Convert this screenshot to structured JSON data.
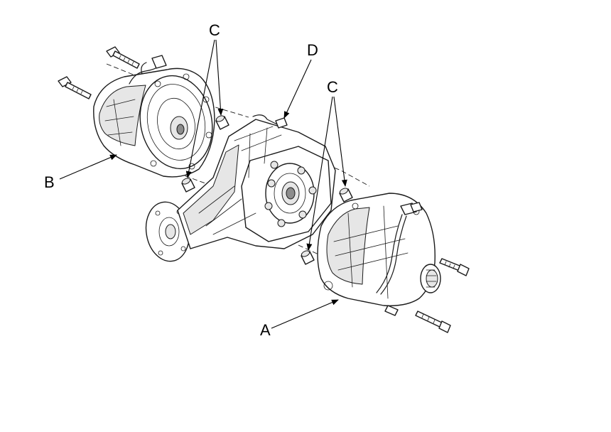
{
  "callouts": {
    "a": "A",
    "b": "B",
    "c_left": "C",
    "c_right": "C",
    "d": "D"
  }
}
